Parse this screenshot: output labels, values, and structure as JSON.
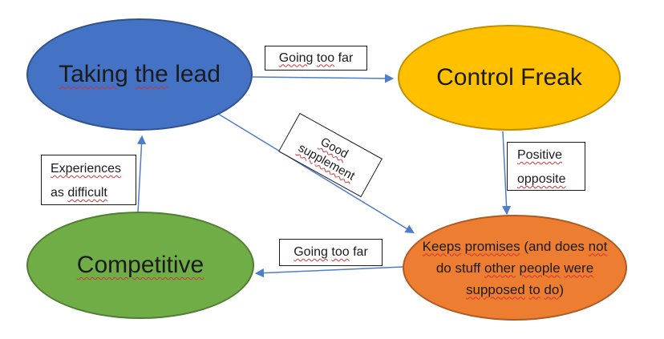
{
  "diagram_title": "",
  "colors": {
    "node_blue_fill": "#4472c4",
    "node_blue_border": "#2f528f",
    "node_gold_fill": "#ffc000",
    "node_gold_border": "#bf8f00",
    "node_green_fill": "#70ad47",
    "node_green_border": "#507e32",
    "node_orange_fill": "#ed7d31",
    "node_orange_border": "#ae5a21",
    "arrow": "#4f7ccb",
    "spellcheck_squiggle": "#d13438",
    "label_box_border": "#1a1a1a",
    "background": "#ffffff"
  },
  "nodes": {
    "taking_lead": {
      "full_label": "Taking the lead",
      "f1": "Taking",
      "f2": "the",
      "f3": "lead"
    },
    "control_freak": {
      "full_label": "Control Freak",
      "f1": "Control Freak"
    },
    "competitive": {
      "full_label": "Competitive",
      "f1": "Competitive"
    },
    "keeps_promises": {
      "full_label": "Keeps promises (and does not do stuff other people were supposed to do)",
      "l1f1": "Keeps",
      "l1f2": "promises",
      "l1f3": "(and does",
      "l1f4": "not",
      "l2f1": "do stuff",
      "l2f2": "other",
      "l2f3": "people",
      "l2f4": "were",
      "l3f1": "supposed",
      "l3f2": "to",
      "l3f3": "do",
      "l3f4": ")"
    }
  },
  "labels": {
    "going_too_far_top": {
      "full_label": "Going too far",
      "f1": "Going",
      "f2": "too",
      "f3": "far"
    },
    "experiences": {
      "full_label": "Experiences as difficult",
      "l1": "Experiences",
      "l2a": "as",
      "l2b": "difficult"
    },
    "good_supplement": {
      "full_label": "Good supplement",
      "l1": "Good",
      "l2": "supplement"
    },
    "positive_opposite": {
      "full_label": "Positive opposite",
      "l1": "Positive",
      "l2": "opposite"
    },
    "going_too_far_bottom": {
      "full_label": "Going too far",
      "f1": "Going",
      "f2": "too",
      "f3": "far"
    }
  },
  "edges": [
    {
      "from": "taking_lead",
      "to": "control_freak",
      "label": "Going too far"
    },
    {
      "from": "competitive",
      "to": "taking_lead",
      "label": "Experiences as difficult"
    },
    {
      "from": "control_freak",
      "to": "keeps_promises",
      "label": "Positive opposite"
    },
    {
      "from": "taking_lead",
      "to": "keeps_promises",
      "label": "Good supplement"
    },
    {
      "from": "keeps_promises",
      "to": "competitive",
      "label": "Going too far"
    }
  ]
}
